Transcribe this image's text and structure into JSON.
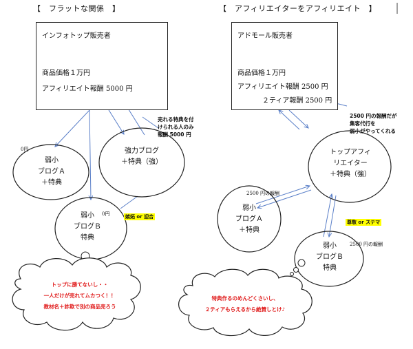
{
  "left": {
    "heading": "【　フラットな関係　】",
    "vendor": {
      "title": "インフォトップ販売者",
      "price": "商品価格１万円",
      "commission": "アフィリエイト報酬 5000 円"
    },
    "strong_blog": {
      "line1": "強力ブログ",
      "line2": "＋特典（強）"
    },
    "strong_note": [
      "売れる特典を付",
      "けられる人のみ",
      "報酬 5000 円"
    ],
    "blog_a": {
      "line1": "弱小",
      "line2": "ブログＡ",
      "line3": "＋特典"
    },
    "blog_a_reward": "0円",
    "blog_b": {
      "line1": "弱小",
      "line2": "ブログＢ",
      "line3": "特典"
    },
    "blog_b_reward": "0円",
    "tag": "嫉妬 or 迎合",
    "cloud": [
      "トップに勝てないし・・",
      "一人だけが売れてムカつく！！",
      "教材名＋詐欺で別の商品売ろう"
    ]
  },
  "right": {
    "heading": "【　アフィリエイターをアフィリエイト　】",
    "vendor": {
      "title": "アドモール販売者",
      "price": "商品価格１万円",
      "commission": "アフィリエイト報酬 2500 円",
      "tier2": "２ティア報酬 2500 円"
    },
    "top_note": [
      "2500 円の報酬だが",
      "集客代行を",
      "弱小がやってくれる"
    ],
    "top": {
      "line1": "トップアフィ",
      "line2": "リエイター",
      "line3": "＋特典（強）"
    },
    "blog_a_reward": "2500 円の報酬",
    "blog_a": {
      "line1": "弱小",
      "line2": "ブログＡ",
      "line3": "＋特典"
    },
    "tag": "尊敬 or ステマ",
    "blog_b": {
      "line1": "弱小",
      "line2": "ブログＢ",
      "line3": "特典"
    },
    "blog_b_reward": "2500 円の報酬",
    "cloud": [
      "特典作るのめんどくさいし、",
      "２ティアもらえるから絶賛しとけ♪"
    ]
  }
}
